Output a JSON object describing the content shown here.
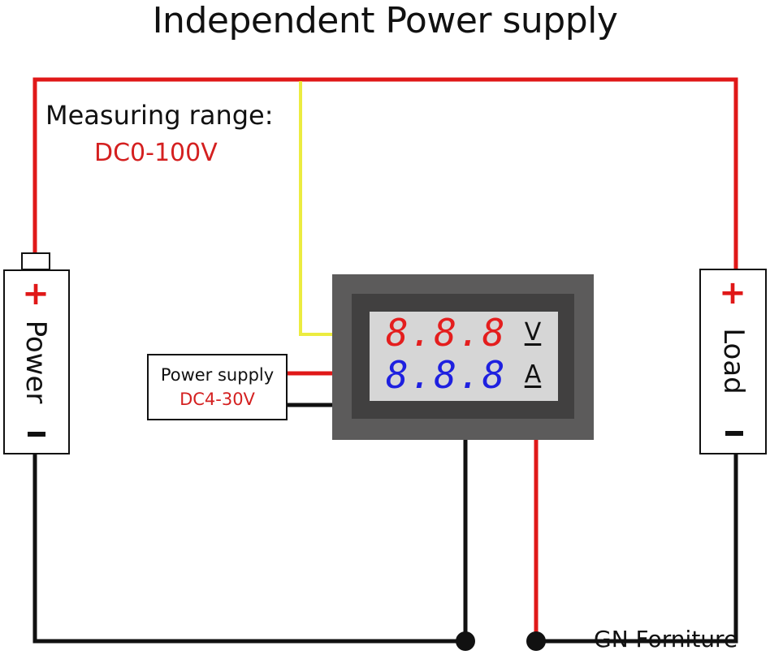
{
  "title": "Independent Power supply",
  "measuring_range": {
    "label": "Measuring range:",
    "value": "DC0-100V"
  },
  "power_source": {
    "label": "Power",
    "plus": "+",
    "minus": "-"
  },
  "load": {
    "label": "Load",
    "plus": "+",
    "minus": "-"
  },
  "meter_supply": {
    "label": "Power supply",
    "value": "DC4-30V"
  },
  "meter": {
    "voltage_reading": "8.8.8",
    "voltage_unit": "V",
    "current_reading": "8.8.8",
    "current_unit": "A"
  },
  "watermark": "GN Forniture",
  "colors": {
    "positive_wire": "#e01818",
    "negative_wire": "#111111",
    "sense_wire": "#ecec40",
    "voltage_display": "#e41e1e",
    "current_display": "#1e20e0",
    "meter_body": "#5c5b5b"
  }
}
